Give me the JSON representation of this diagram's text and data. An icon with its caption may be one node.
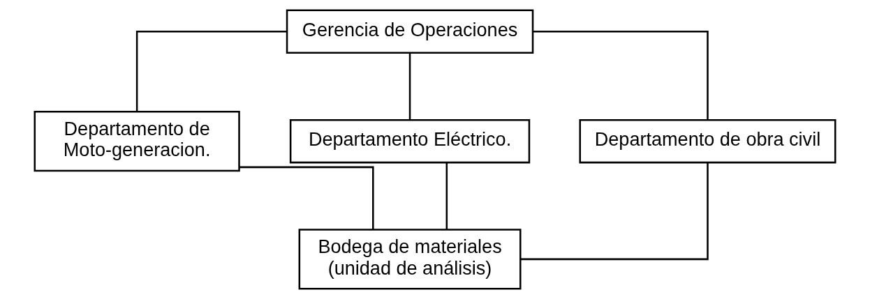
{
  "diagram": {
    "nodes": [
      {
        "text": [
          "Gerencia de Operaciones"
        ]
      },
      {
        "text": [
          "Departamento de Moto-generacion."
        ]
      },
      {
        "text": [
          "Departamento Eléctrico."
        ]
      },
      {
        "text": [
          "Departamento de obra civil"
        ]
      },
      {
        "text": [
          "Bodega de materiales (unidad de análisis)"
        ]
      }
    ],
    "edges": [
      {
        "from": 0,
        "to": 1,
        "arrow": "none"
      },
      {
        "from": 0,
        "to": 2,
        "arrow": "none"
      },
      {
        "from": 0,
        "to": 3,
        "arrow": "none"
      },
      {
        "from": 1,
        "to": 4,
        "arrow": "none"
      },
      {
        "from": 2,
        "to": 4,
        "arrow": "none"
      },
      {
        "from": 3,
        "to": 4,
        "arrow": "none"
      }
    ]
  }
}
